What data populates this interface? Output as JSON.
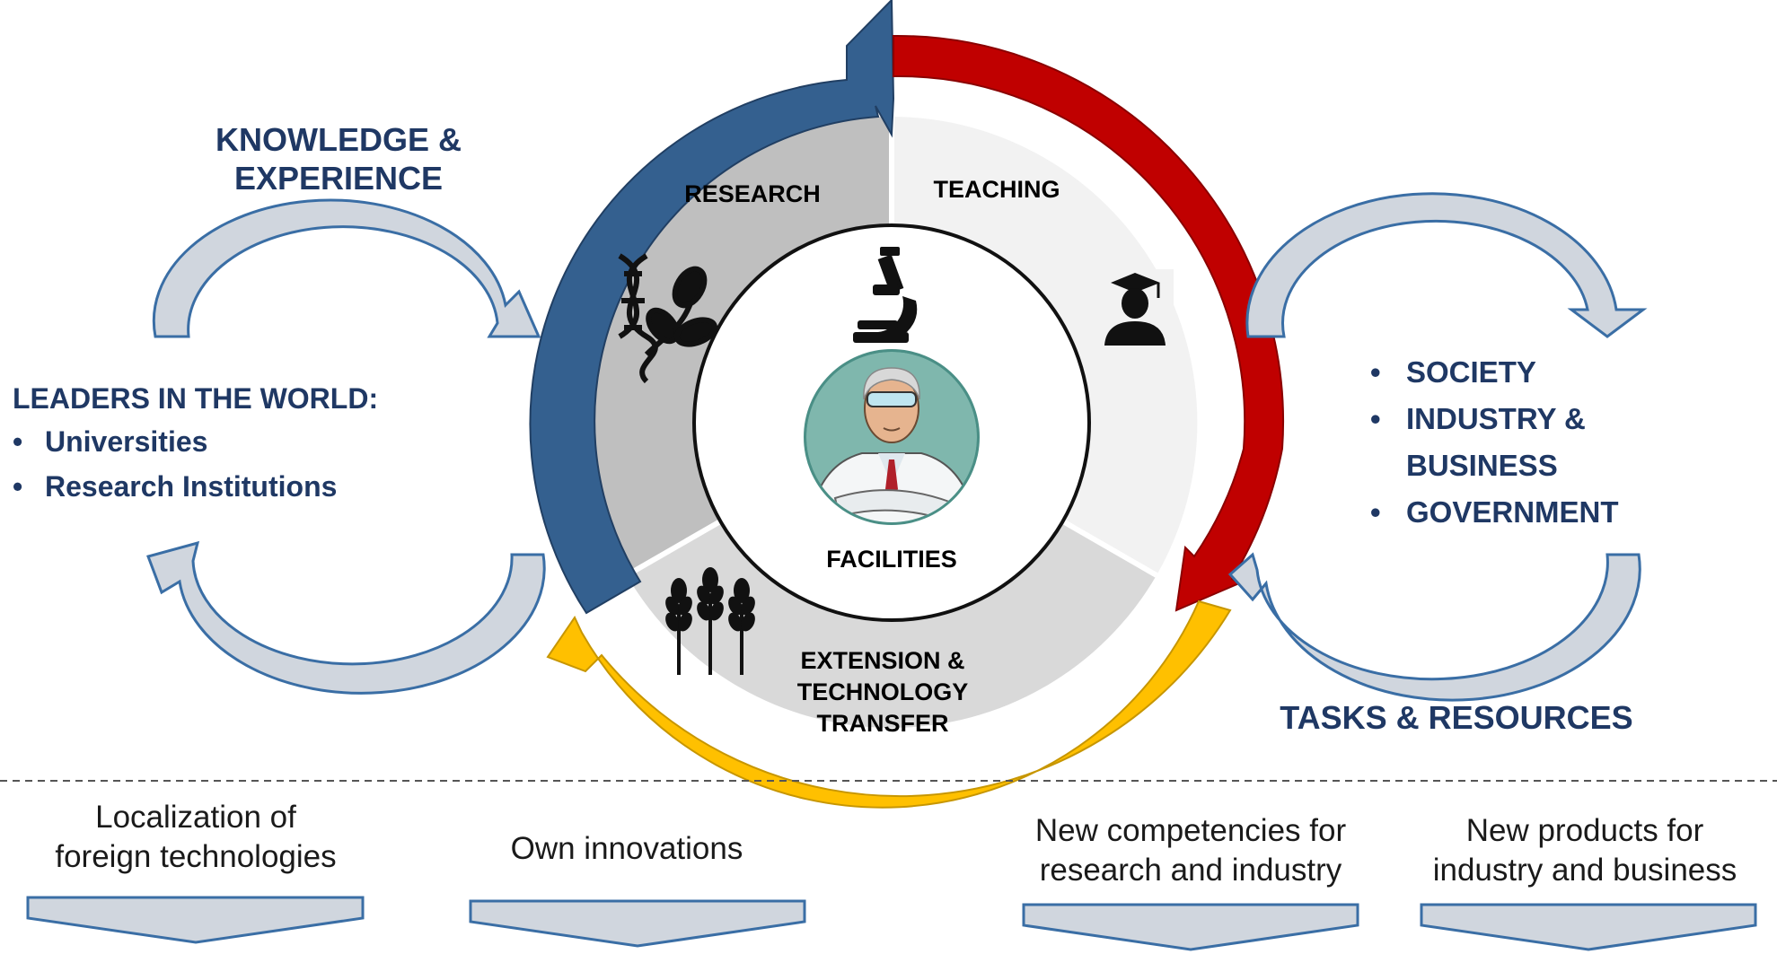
{
  "center": {
    "title": "FACILITIES",
    "segments": {
      "research": "RESEARCH",
      "teaching": "TEACHING",
      "extension": [
        "EXTENSION &",
        "TECHNOLOGY",
        "TRANSFER"
      ]
    },
    "ring_colors": {
      "research": "#34608f",
      "teaching": "#c00000",
      "extension": "#ffc000"
    }
  },
  "left": {
    "heading": [
      "KNOWLEDGE &",
      "EXPERIENCE"
    ],
    "list_title": "LEADERS IN THE WORLD:",
    "items": [
      "Universities",
      "Research Institutions"
    ]
  },
  "right": {
    "items": [
      "SOCIETY",
      "INDUSTRY &",
      "BUSINESS",
      "GOVERNMENT"
    ],
    "footer": "TASKS & RESOURCES"
  },
  "outputs": [
    [
      "Localization of",
      "foreign technologies"
    ],
    [
      "Own innovations"
    ],
    [
      "New competencies for",
      "research and industry"
    ],
    [
      "New products for",
      "industry and business"
    ]
  ],
  "icons": [
    "dna-plant-icon",
    "microscope-icon",
    "graduate-icon",
    "wheat-icon",
    "scientist-icon"
  ],
  "colors": {
    "heading": "#1f3864",
    "segment_grey_dark": "#bfbfbf",
    "segment_grey_light": "#f2f2f2",
    "segment_grey_mid": "#d9d9d9",
    "loop_arrow": "#d0d6de"
  }
}
